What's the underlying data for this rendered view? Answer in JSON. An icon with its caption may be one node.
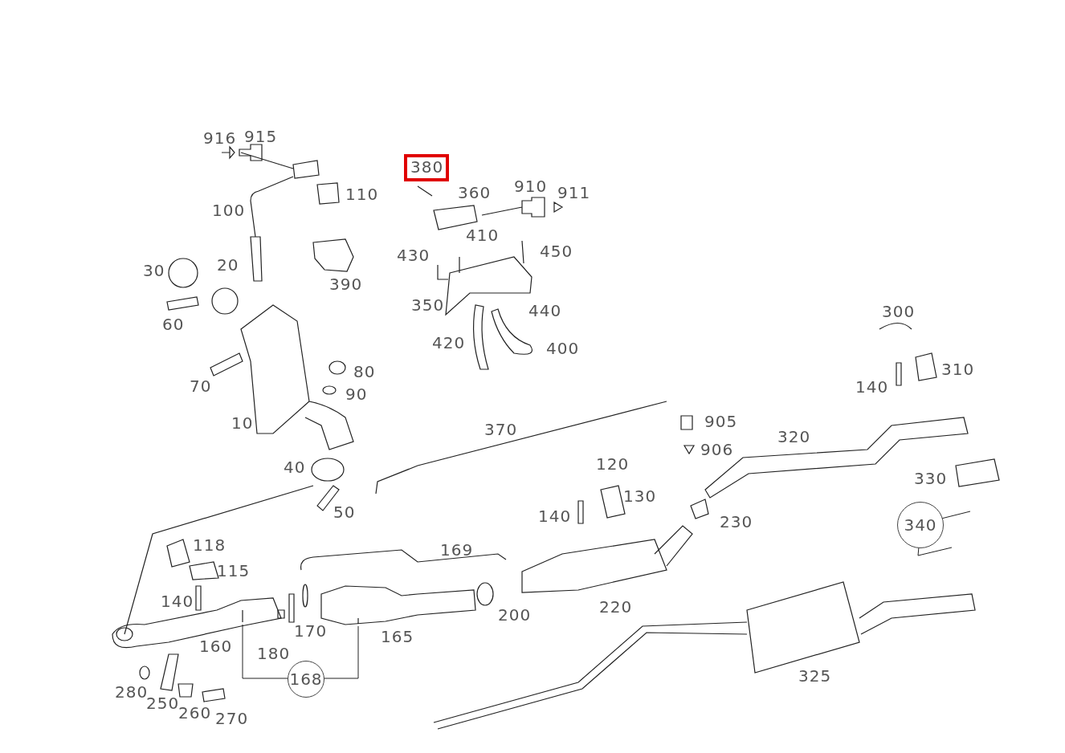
{
  "diagram": {
    "nodes": [
      {
        "text": [
          "340"
        ]
      },
      {
        "text": [
          "168"
        ]
      }
    ],
    "edges": [
      {
        "from": 0,
        "to": null,
        "arrow": "none"
      },
      {
        "from": 0,
        "to": null,
        "arrow": "none"
      },
      {
        "from": 1,
        "to": null,
        "arrow": "none"
      },
      {
        "from": 1,
        "to": null,
        "arrow": "none"
      }
    ],
    "labels": [
      "916",
      "915",
      "380",
      "360",
      "910",
      "911",
      "110",
      "100",
      "410",
      "450",
      "430",
      "30",
      "20",
      "390",
      "350",
      "440",
      "60",
      "300",
      "420",
      "400",
      "70",
      "80",
      "310",
      "140",
      "90",
      "10",
      "905",
      "370",
      "320",
      "906",
      "120",
      "40",
      "330",
      "130",
      "50",
      "140",
      "230",
      "118",
      "169",
      "115",
      "140",
      "220",
      "170",
      "200",
      "160",
      "165",
      "180",
      "325",
      "280",
      "250",
      "260",
      "270"
    ]
  }
}
